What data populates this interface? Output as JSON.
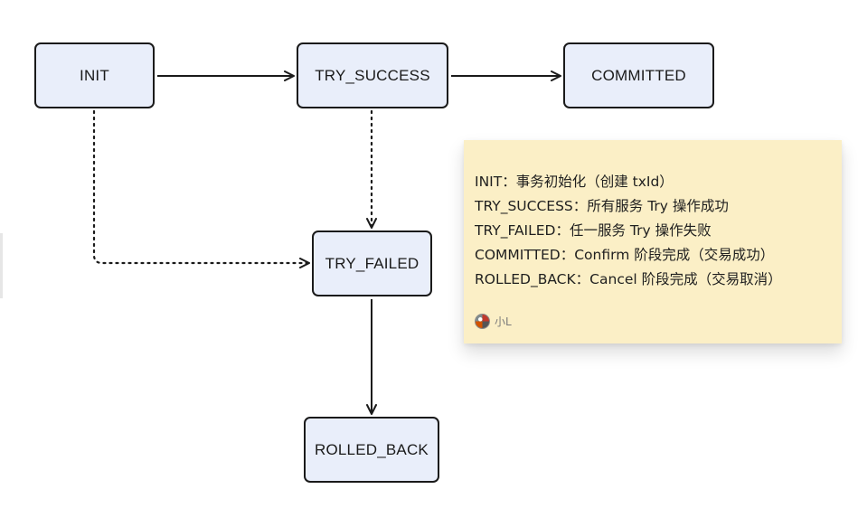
{
  "diagram": {
    "nodes": {
      "init": "INIT",
      "try_success": "TRY_SUCCESS",
      "committed": "COMMITTED",
      "try_failed": "TRY_FAILED",
      "rolled_back": "ROLLED_BACK"
    },
    "edges": [
      {
        "from": "INIT",
        "to": "TRY_SUCCESS",
        "style": "solid"
      },
      {
        "from": "TRY_SUCCESS",
        "to": "COMMITTED",
        "style": "solid"
      },
      {
        "from": "INIT",
        "to": "TRY_FAILED",
        "style": "dotted"
      },
      {
        "from": "TRY_SUCCESS",
        "to": "TRY_FAILED",
        "style": "dotted"
      },
      {
        "from": "TRY_FAILED",
        "to": "ROLLED_BACK",
        "style": "solid"
      }
    ]
  },
  "note": {
    "lines": [
      "INIT：事务初始化（创建 txId）",
      "TRY_SUCCESS：所有服务 Try 操作成功",
      "TRY_FAILED：任一服务 Try 操作失败",
      "COMMITTED：Confirm 阶段完成（交易成功）",
      "ROLLED_BACK：Cancel 阶段完成（交易取消）"
    ],
    "author": "小L"
  },
  "colors": {
    "node_fill": "#e9eefa",
    "node_border": "#1a1a1a",
    "note_fill": "#fbefc6",
    "edge": "#1a1a1a"
  }
}
